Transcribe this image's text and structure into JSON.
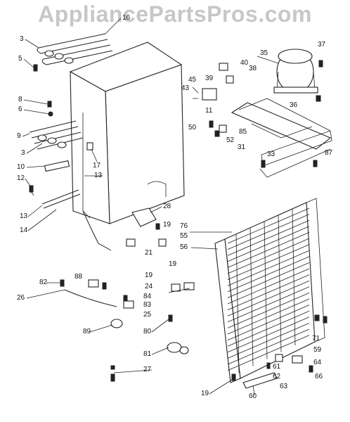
{
  "watermark": "AppliancePartsPros.com",
  "labels": {
    "l16": "16",
    "l3a": "3",
    "l5": "5",
    "l8": "8",
    "l6": "6",
    "l9": "9",
    "l3b": "3",
    "l10": "10",
    "l12": "12",
    "l13a": "13",
    "l13b": "13",
    "l14": "14",
    "l17": "17",
    "l28": "28",
    "l19a": "19",
    "l76": "76",
    "l55": "55",
    "l56": "56",
    "l21": "21",
    "l19b": "19",
    "l19c": "19",
    "l24": "24",
    "l84": "84",
    "l83": "83",
    "l25": "25",
    "l82": "82",
    "l88": "88",
    "l26": "26",
    "l89": "89",
    "l80": "80",
    "l81": "81",
    "l27": "27",
    "l35": "35",
    "l37": "37",
    "l40": "40",
    "l38": "38",
    "l39": "39",
    "l45": "45",
    "l43": "43",
    "l11": "11",
    "l36": "36",
    "l50": "50",
    "l85": "85",
    "l52": "52",
    "l31": "31",
    "l33": "33",
    "l87": "87",
    "l71": "71",
    "l59": "59",
    "l64": "64",
    "l61": "61",
    "l62": "62",
    "l66": "66",
    "l63": "63",
    "l19d": "19",
    "l60": "60"
  },
  "colors": {
    "line": "#222222",
    "watermark": "#c7c7c7"
  }
}
